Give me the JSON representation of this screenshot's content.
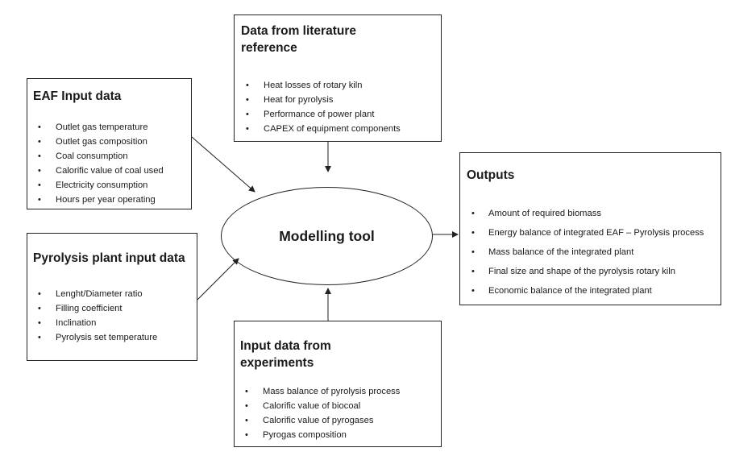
{
  "literature": {
    "title_line1": "Data from literature",
    "title_line2": "reference",
    "items": [
      "Heat losses  of rotary kiln",
      "Heat for pyrolysis",
      "Performance of power plant",
      "CAPEX of equipment components"
    ]
  },
  "eaf": {
    "title": "EAF Input data",
    "items": [
      "Outlet gas temperature",
      "Outlet gas composition",
      "Coal consumption",
      "Calorific value of coal used",
      "Electricity consumption",
      "Hours per year operating"
    ]
  },
  "pyrolysis": {
    "title": "Pyrolysis plant input data",
    "items": [
      "Lenght/Diameter ratio",
      "Filling coefficient",
      "Inclination",
      "Pyrolysis set temperature"
    ]
  },
  "experiments": {
    "title_line1": "Input data from",
    "title_line2": "experiments",
    "items": [
      "Mass balance of pyrolysis process",
      "Calorific value of biocoal",
      "Calorific value of pyrogases",
      "Pyrogas composition"
    ]
  },
  "outputs": {
    "title": "Outputs",
    "items": [
      "Amount of required biomass",
      "Energy balance of integrated EAF – Pyrolysis process",
      "Mass balance of the integrated plant",
      "Final size and shape of the pyrolysis rotary kiln",
      "Economic balance of the integrated plant"
    ]
  },
  "center": {
    "label": "Modelling tool"
  },
  "bullet_glyph": "•"
}
